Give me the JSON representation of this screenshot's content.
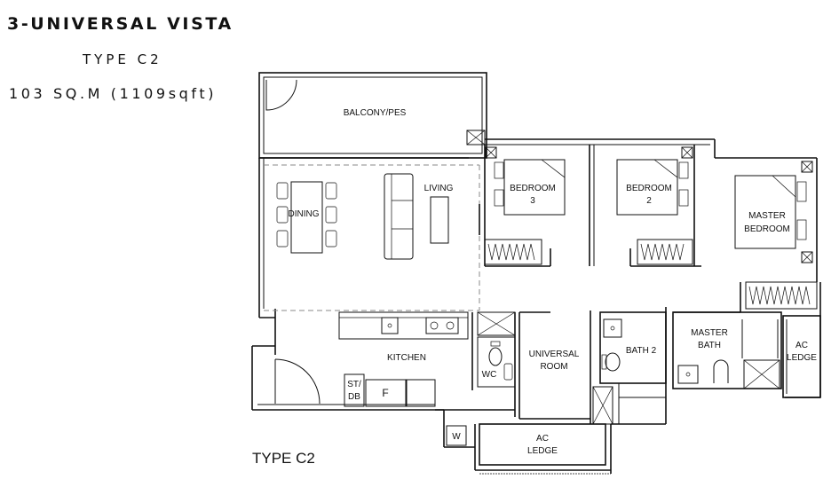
{
  "header": {
    "project": "3-UNIVERSAL VISTA",
    "type": "TYPE C2",
    "area": "103 SQ.M (1109sqft)"
  },
  "plan": {
    "caption": "TYPE C2",
    "rooms": {
      "balcony": "BALCONY/PES",
      "living": "LIVING",
      "dining": "DINING",
      "bedroom3_l1": "BEDROOM",
      "bedroom3_l2": "3",
      "bedroom2_l1": "BEDROOM",
      "bedroom2_l2": "2",
      "master_l1": "MASTER",
      "master_l2": "BEDROOM",
      "kitchen": "KITCHEN",
      "universal_l1": "UNIVERSAL",
      "universal_l2": "ROOM",
      "bath2": "BATH 2",
      "masterbath_l1": "MASTER",
      "masterbath_l2": "BATH",
      "acledge_right_l1": "AC",
      "acledge_right_l2": "LEDGE",
      "acledge_bottom_l1": "AC",
      "acledge_bottom_l2": "LEDGE",
      "wc": "WC",
      "stdb_l1": "ST/",
      "stdb_l2": "DB",
      "fridge": "F",
      "washer": "W"
    }
  }
}
